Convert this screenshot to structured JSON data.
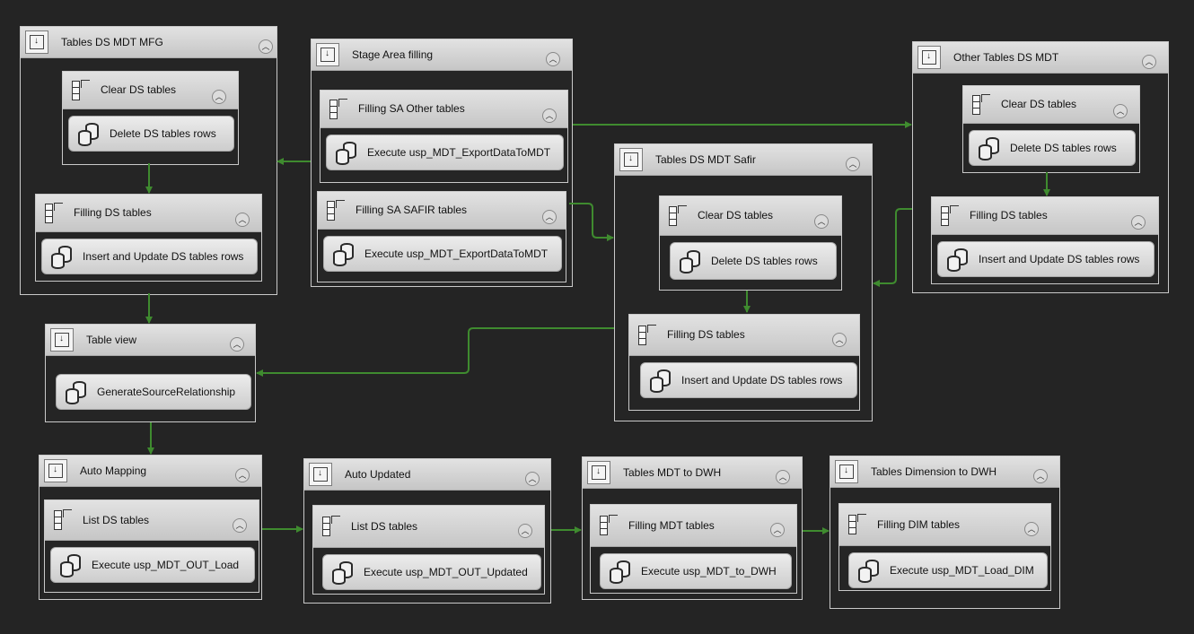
{
  "containers": {
    "tables_ds_mdt_mfg": {
      "title": "Tables DS MDT MFG",
      "clear": {
        "label": "Clear DS tables",
        "task": "Delete DS tables rows"
      },
      "filling": {
        "label": "Filling DS tables",
        "task": "Insert and Update DS tables rows"
      }
    },
    "stage_area": {
      "title": "Stage Area filling",
      "other": {
        "label": "Filling SA Other tables",
        "task": "Execute usp_MDT_ExportDataToMDT"
      },
      "safir": {
        "label": "Filling SA SAFIR tables",
        "task": "Execute usp_MDT_ExportDataToMDT"
      }
    },
    "tables_ds_mdt_safir": {
      "title": "Tables DS MDT Safir",
      "clear": {
        "label": "Clear DS tables",
        "task": "Delete DS tables rows"
      },
      "filling": {
        "label": "Filling DS tables",
        "task": "Insert and Update DS tables rows"
      }
    },
    "other_tables_ds_mdt": {
      "title": "Other Tables DS MDT",
      "clear": {
        "label": "Clear DS tables",
        "task": "Delete DS tables rows"
      },
      "filling": {
        "label": "Filling DS tables",
        "task": "Insert and Update DS tables rows"
      }
    },
    "table_view": {
      "title": "Table view",
      "task": "GenerateSourceRelationship"
    },
    "auto_mapping": {
      "title": "Auto Mapping",
      "list": {
        "label": "List DS tables",
        "task": "Execute usp_MDT_OUT_Load"
      }
    },
    "auto_updated": {
      "title": "Auto Updated",
      "list": {
        "label": "List DS tables",
        "task": "Execute usp_MDT_OUT_Updated"
      }
    },
    "tables_mdt_to_dwh": {
      "title": "Tables MDT to DWH",
      "filling": {
        "label": "Filling MDT tables",
        "task": "Execute usp_MDT_to_DWH"
      }
    },
    "tables_dimension_to_dwh": {
      "title": "Tables Dimension to DWH",
      "filling": {
        "label": "Filling DIM tables",
        "task": "Execute usp_MDT_Load_DIM"
      }
    }
  },
  "icons": {
    "container": "sequence-container-icon",
    "task": "execute-sql-task-icon",
    "collapse": "collapse-chevron-icon"
  },
  "colors": {
    "canvas": "#242424",
    "header": "#d4d4d4",
    "border": "#c9c9c9",
    "connector": "#3f8b2f"
  }
}
